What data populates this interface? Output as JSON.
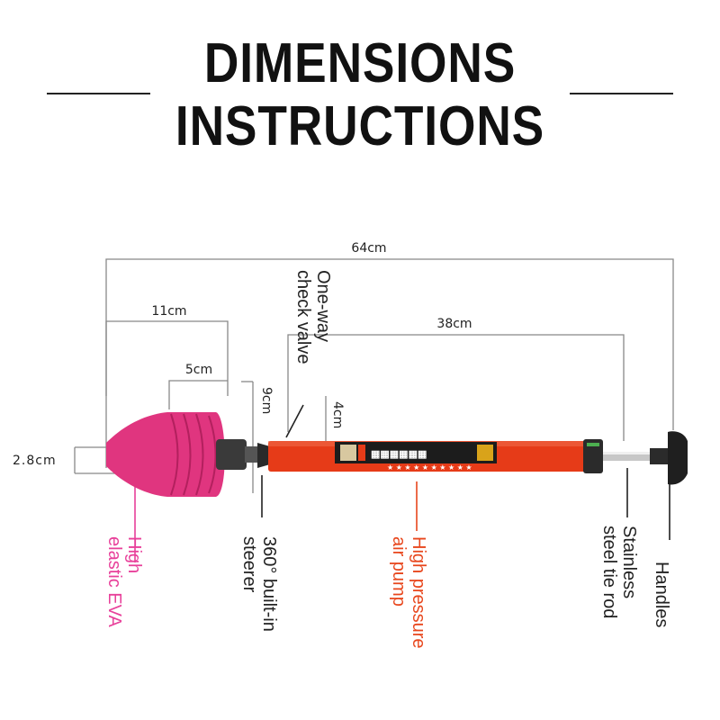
{
  "title": {
    "line1": "DIMENSIONS",
    "line2": "INSTRUCTIONS"
  },
  "dimensions": {
    "overall": "64cm",
    "tube": "38cm",
    "cup_length": "11cm",
    "cup_front": "5cm",
    "cup_height": "9cm",
    "steerer": "4cm",
    "tip": "2.8cm"
  },
  "labels": {
    "valve": [
      "One-way",
      "check valve"
    ],
    "eva": [
      "High",
      "elastic EVA"
    ],
    "steerer": [
      "360° built-in",
      "steerer"
    ],
    "pump": [
      "High pressure",
      "air pump"
    ],
    "rod": [
      "Stainless",
      "steel tie rod"
    ],
    "handle": [
      "Handles"
    ]
  },
  "colors": {
    "eva": "#e0357f",
    "pump": "#e63b18",
    "eva_label": "#e8409a",
    "pump_label": "#e8461c"
  }
}
